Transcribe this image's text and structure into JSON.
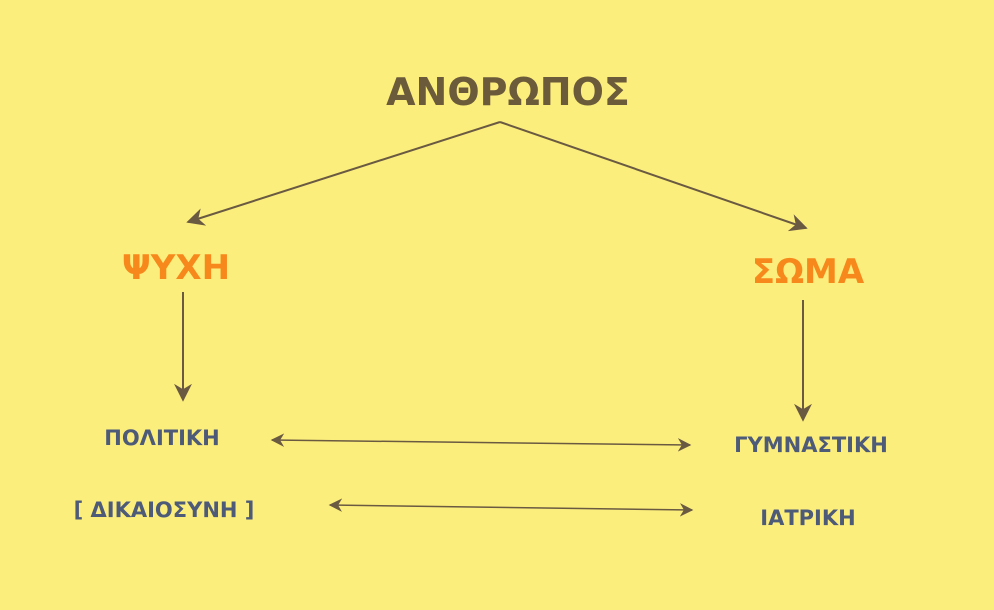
{
  "root": {
    "label": "ΑΝΘΡΩΠΟΣ"
  },
  "branches": {
    "left": {
      "label": "ΨΥΧΗ",
      "children": [
        "ΠΟΛΙΤΙΚΗ",
        "[ ΔΙΚΑΙΟΣΥΝΗ ]"
      ]
    },
    "right": {
      "label": "ΣΩΜΑ",
      "children": [
        "ΓΥΜΝΑΣΤΙΚΗ",
        "ΙΑΤΡΙΚΗ"
      ]
    }
  },
  "colors": {
    "background": "#fcee7c",
    "title": "#6b5b3a",
    "accent": "#f7891c",
    "text": "#4d5a78",
    "arrow": "#6a5a42"
  }
}
